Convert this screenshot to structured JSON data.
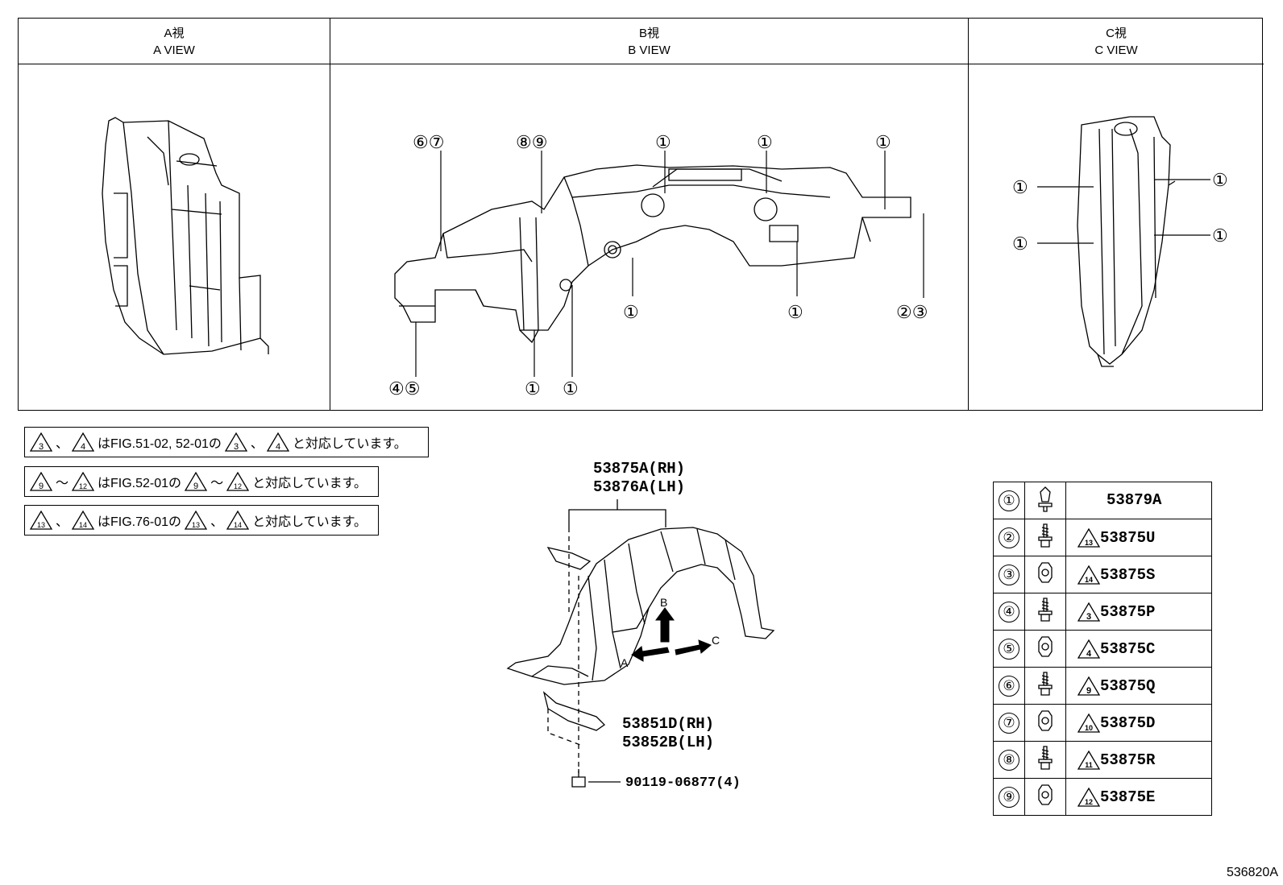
{
  "views": [
    {
      "jp": "A視",
      "en": "A VIEW"
    },
    {
      "jp": "B視",
      "en": "B VIEW"
    },
    {
      "jp": "C視",
      "en": "C VIEW"
    }
  ],
  "b_view_callouts": {
    "c67": "⑥⑦",
    "c89": "⑧⑨",
    "one": "①",
    "c23": "②③",
    "c45": "④⑤"
  },
  "c_view_callouts": {
    "one": "①"
  },
  "notes": [
    {
      "a": "3",
      "sep": "、",
      "b": "4",
      "mid": "はFIG.51-02, 52-01の",
      "c": "3",
      "sep2": "、",
      "d": "4",
      "end": "と対応しています。"
    },
    {
      "a": "9",
      "sep": "～",
      "b": "12",
      "mid": "はFIG.52-01の",
      "c": "9",
      "sep2": "～",
      "d": "12",
      "end": "と対応しています。"
    },
    {
      "a": "13",
      "sep": "、",
      "b": "14",
      "mid": "はFIG.76-01の",
      "c": "13",
      "sep2": "、",
      "d": "14",
      "end": "と対応しています。"
    }
  ],
  "main_parts": {
    "liner_rh": "53875A(RH)",
    "liner_lh": "53876A(LH)",
    "seal_rh": "53851D(RH)",
    "seal_lh": "53852B(LH)",
    "bolt": "90119-06877(4)",
    "dir_a": "A",
    "dir_b": "B",
    "dir_c": "C"
  },
  "legend": [
    {
      "num": "①",
      "icon": "clip",
      "tri": "",
      "part": "53879A"
    },
    {
      "num": "②",
      "icon": "screw",
      "tri": "13",
      "part": "53875U"
    },
    {
      "num": "③",
      "icon": "nut",
      "tri": "14",
      "part": "53875S"
    },
    {
      "num": "④",
      "icon": "screw",
      "tri": "3",
      "part": "53875P"
    },
    {
      "num": "⑤",
      "icon": "nut",
      "tri": "4",
      "part": "53875C"
    },
    {
      "num": "⑥",
      "icon": "screw",
      "tri": "9",
      "part": "53875Q"
    },
    {
      "num": "⑦",
      "icon": "nut",
      "tri": "10",
      "part": "53875D"
    },
    {
      "num": "⑧",
      "icon": "screw",
      "tri": "11",
      "part": "53875R"
    },
    {
      "num": "⑨",
      "icon": "nut",
      "tri": "12",
      "part": "53875E"
    }
  ],
  "drawing_code": "536820A"
}
